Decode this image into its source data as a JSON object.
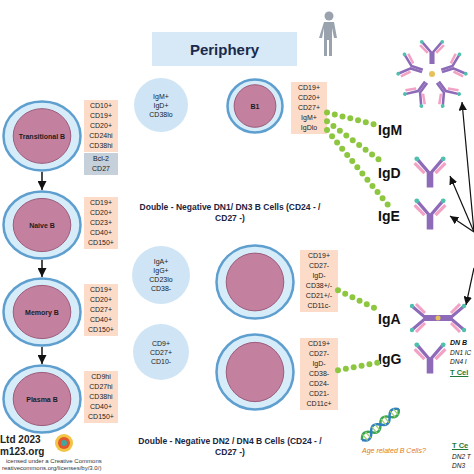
{
  "diagram": {
    "nodes": [
      {
        "text": [
          "Periphery"
        ]
      },
      {
        "text": [
          "Transitional B"
        ]
      },
      {
        "text": [
          "CD10+",
          "CD19+",
          "CD20+",
          "CD24hi",
          "CD38hi"
        ]
      },
      {
        "text": [
          "Bcl-2",
          "CD27"
        ]
      },
      {
        "text": [
          "Naive B"
        ]
      },
      {
        "text": [
          "CD19+",
          "CD20+",
          "CD23+",
          "CD40+",
          "CD150+"
        ]
      },
      {
        "text": [
          "Memory B"
        ]
      },
      {
        "text": [
          "CD19+",
          "CD20+",
          "CD27+",
          "CD40+",
          "CD150+"
        ]
      },
      {
        "text": [
          "Plasma B"
        ]
      },
      {
        "text": [
          "CD9hi",
          "CD27hi",
          "CD38hi",
          "CD40+",
          "CD150+"
        ]
      },
      {
        "text": [
          "IgM+",
          "IgD+",
          "CD38lo"
        ]
      },
      {
        "text": [
          "IgA+",
          "IgG+",
          "CD23lo",
          "CD38-"
        ]
      },
      {
        "text": [
          "CD9+",
          "CD27+",
          "CD10-"
        ]
      },
      {
        "text": [
          "B1"
        ]
      },
      {
        "text": [
          "CD19+",
          "CD20+",
          "CD27+",
          "IgM+",
          "IgDlo"
        ]
      },
      {
        "text": [
          "Double - Negative DN1/ DN3 B Cells (CD24 - / CD27 -)"
        ]
      },
      {
        "text": [
          "CD19+",
          "CD27-",
          "IgD-",
          "CD38+/-",
          "CD21+/-",
          "CD11c-"
        ]
      },
      {
        "text": [
          "Double - Negative DN2 / DN4 B Cells (CD24 - / CD27 -)"
        ]
      },
      {
        "text": [
          "CD19+",
          "CD27-",
          "IgD-",
          "CD38-",
          "CD24-",
          "CD21-",
          "CD11c+"
        ]
      },
      {
        "text": [
          "IgM"
        ]
      },
      {
        "text": [
          "IgD"
        ]
      },
      {
        "text": [
          "IgE"
        ]
      },
      {
        "text": [
          "IgA"
        ]
      },
      {
        "text": [
          "IgG"
        ]
      }
    ],
    "edges": [
      {
        "from": 1,
        "to": 4,
        "arrow": "to"
      },
      {
        "from": 4,
        "to": 6,
        "arrow": "to"
      },
      {
        "from": 6,
        "to": 8,
        "arrow": "to"
      },
      {
        "from": 14,
        "to": 19,
        "arrow": "none"
      },
      {
        "from": 14,
        "to": 20,
        "arrow": "none"
      },
      {
        "from": 14,
        "to": 21,
        "arrow": "none"
      },
      {
        "from": 16,
        "to": 22,
        "arrow": "none"
      },
      {
        "from": 18,
        "to": 23,
        "arrow": "none"
      }
    ],
    "labels": [
      "Ltd 2023",
      "m123.org",
      "icensed under a Creative Commons",
      "reativecommons.org/licenses/by/3.0/)",
      "DN B",
      "DN1 IC",
      "DN4 I",
      "T Cel",
      "Age related B Cells?",
      "T Ce",
      "DN2 T",
      "DN3"
    ]
  }
}
